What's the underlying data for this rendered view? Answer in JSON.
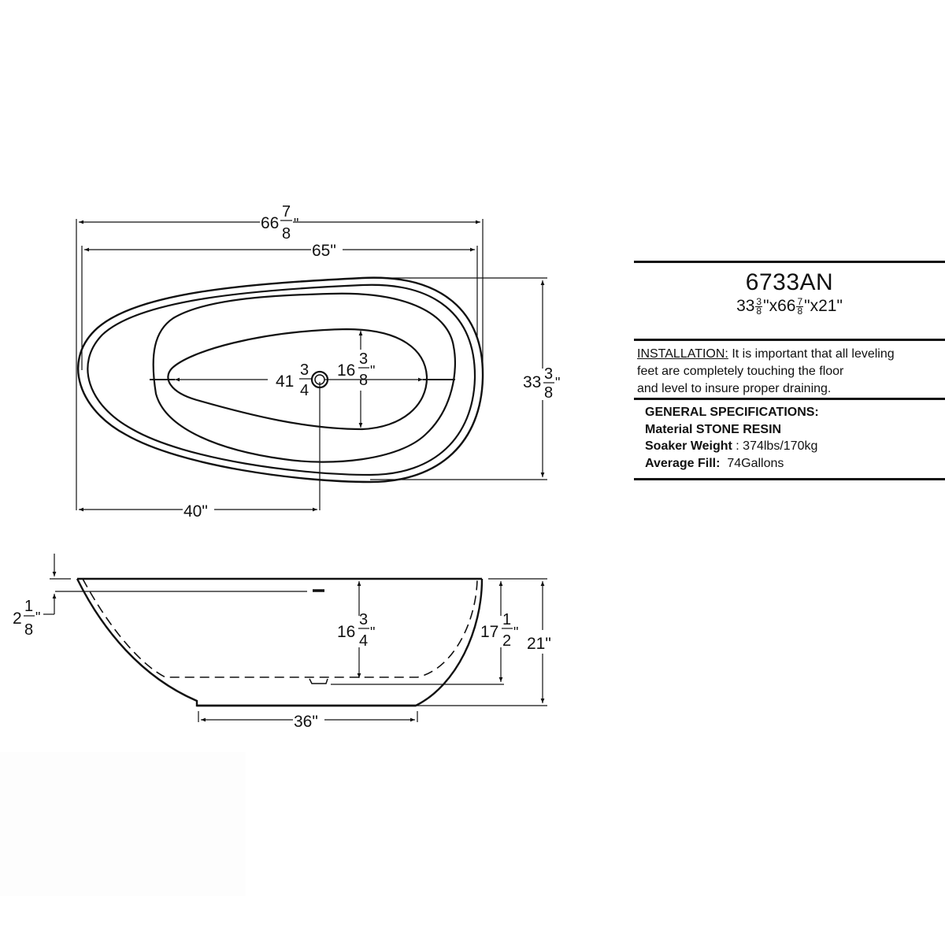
{
  "model": {
    "number": "6733AN",
    "dimensions": {
      "width_whole": "33",
      "width_num": "3",
      "width_den": "8",
      "length_whole": "66",
      "length_num": "7",
      "length_den": "8",
      "height": "21",
      "sep": "\"x",
      "inch": "\""
    }
  },
  "installation": {
    "label": "INSTALLATION:",
    "line1": " It is important that all leveling",
    "line2": "feet are completely touching the floor",
    "line3": "and level to insure proper draining."
  },
  "specifications": {
    "heading": "GENERAL SPECIFICATIONS:",
    "material_label": "Material STONE RESIN",
    "weight_label": "Soaker Weight",
    "weight_value": " : 374lbs/170kg",
    "fill_label": "Average Fill:",
    "fill_value": "  74Gallons"
  },
  "top_view": {
    "overall_length": {
      "whole": "66",
      "num": "7",
      "den": "8",
      "unit": "\""
    },
    "rim_length": {
      "text": "65\""
    },
    "overall_width": {
      "whole": "33",
      "num": "3",
      "den": "8",
      "unit": "\""
    },
    "basin_length": {
      "whole": "41",
      "num": "3",
      "den": "4"
    },
    "basin_width": {
      "whole": "16",
      "num": "3",
      "den": "8",
      "unit": "\""
    },
    "drain_offset": {
      "text": "40\""
    }
  },
  "side_view": {
    "rim_thickness": {
      "whole": "2",
      "num": "1",
      "den": "8",
      "unit": "\""
    },
    "water_depth": {
      "whole": "16",
      "num": "3",
      "den": "4",
      "unit": "\""
    },
    "interior_depth": {
      "whole": "17",
      "num": "1",
      "den": "2",
      "unit": "\""
    },
    "overall_height": {
      "text": "21\""
    },
    "base_length": {
      "text": "36\""
    }
  }
}
